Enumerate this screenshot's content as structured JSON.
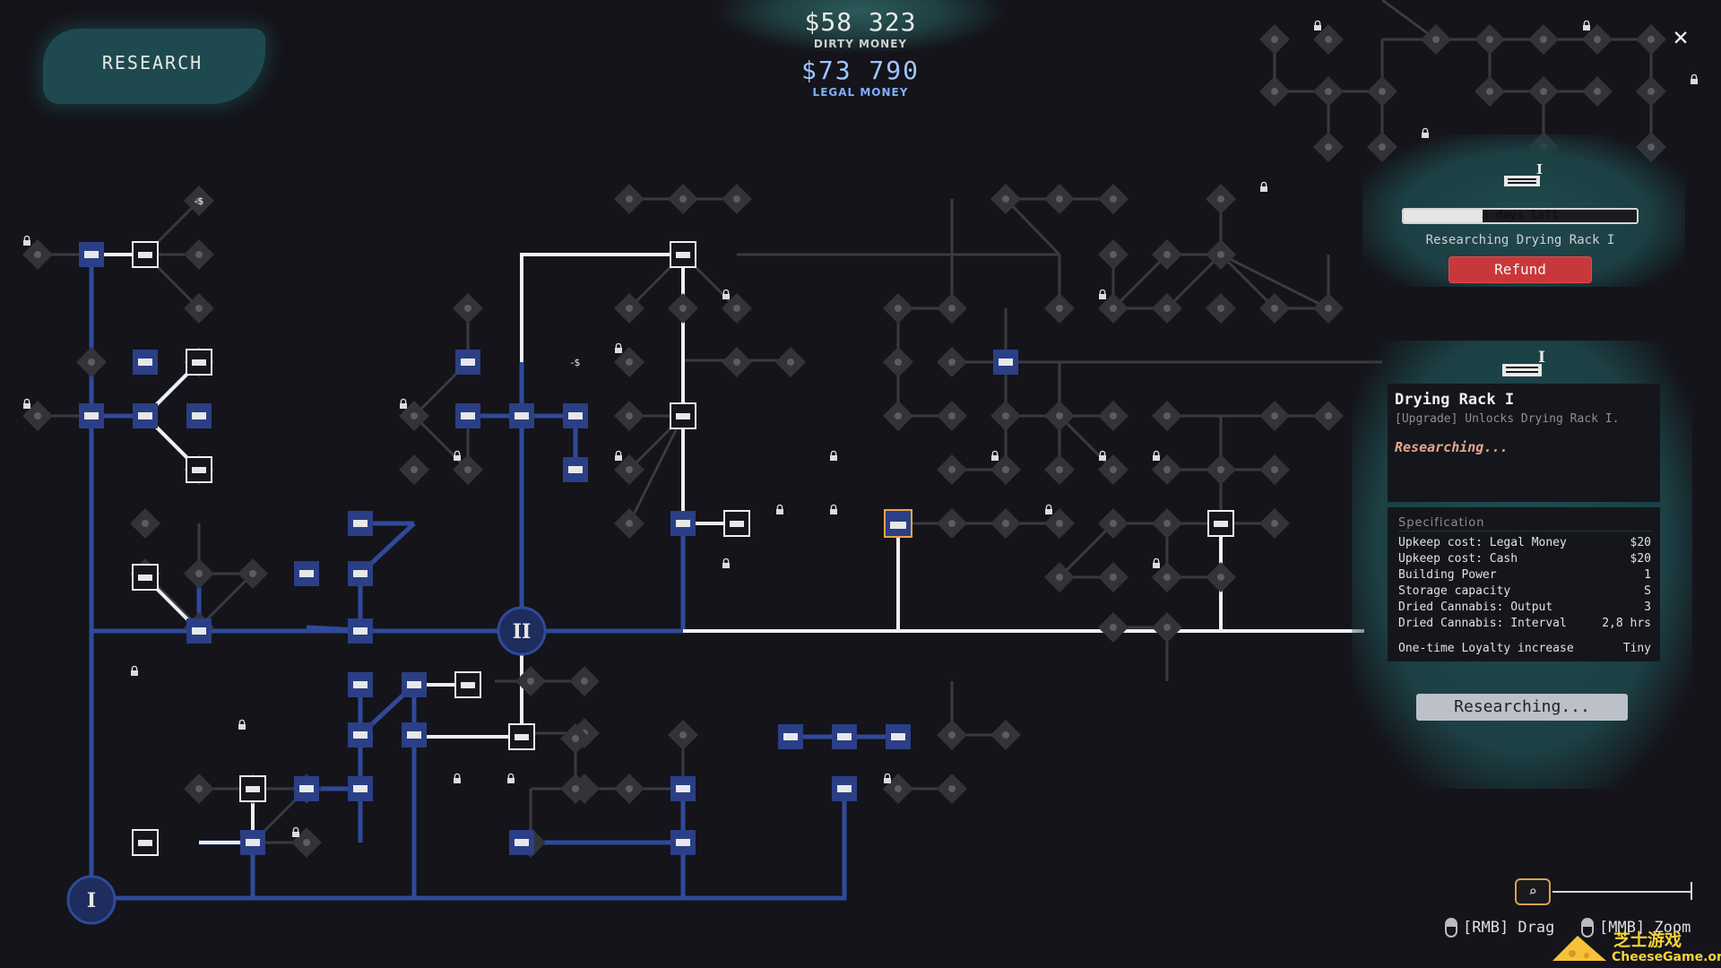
{
  "screen": {
    "title": "RESEARCH",
    "close_icon": "close-icon"
  },
  "money": {
    "dirty_value": "$58 323",
    "dirty_label": "DIRTY MONEY",
    "legal_value": "$73 790",
    "legal_label": "LEGAL MONEY"
  },
  "current_research": {
    "progress_text": "3 days left",
    "progress_fraction": 0.34,
    "status": "Researching Drying Rack I",
    "refund_label": "Refund",
    "tier_numeral": "I"
  },
  "detail": {
    "tier_numeral": "I",
    "name": "Drying Rack I",
    "description": "[Upgrade] Unlocks Drying Rack I.",
    "status": "Researching...",
    "spec_title": "Specification",
    "specs": [
      {
        "key": "Upkeep cost: Legal Money",
        "value": "$20"
      },
      {
        "key": "Upkeep cost: Cash",
        "value": "$20"
      },
      {
        "key": "Building Power",
        "value": "1"
      },
      {
        "key": "Storage capacity",
        "value": "S"
      },
      {
        "key": "Dried Cannabis: Output",
        "value": "3"
      },
      {
        "key": "Dried Cannabis: Interval",
        "value": "2,8 hrs"
      },
      {
        "key": "One-time Loyalty increase",
        "value": "Tiny"
      }
    ],
    "action_label": "Researching..."
  },
  "controls": {
    "drag_hint": "[RMB] Drag",
    "zoom_hint": "[MMB] Zoom",
    "zoom_icon": "magnifier-icon"
  },
  "watermark": {
    "text": "芝士游戏",
    "url": "CheeseGame.org"
  },
  "colors": {
    "background": "#14141a",
    "unlocked_node": "#2b3f86",
    "unlocked_line": "#2f4a9a",
    "locked_node": "#3a3a40",
    "active_line": "#f0f0f0",
    "teal_splat": "#1e4a4f",
    "refund": "#c8383a",
    "legal_money": "#9ec6ff",
    "selected_border": "#e8a63c"
  },
  "tree": {
    "hubs": [
      {
        "numeral": "I"
      },
      {
        "numeral": "II"
      }
    ],
    "stat_labels": [
      "-$"
    ]
  }
}
